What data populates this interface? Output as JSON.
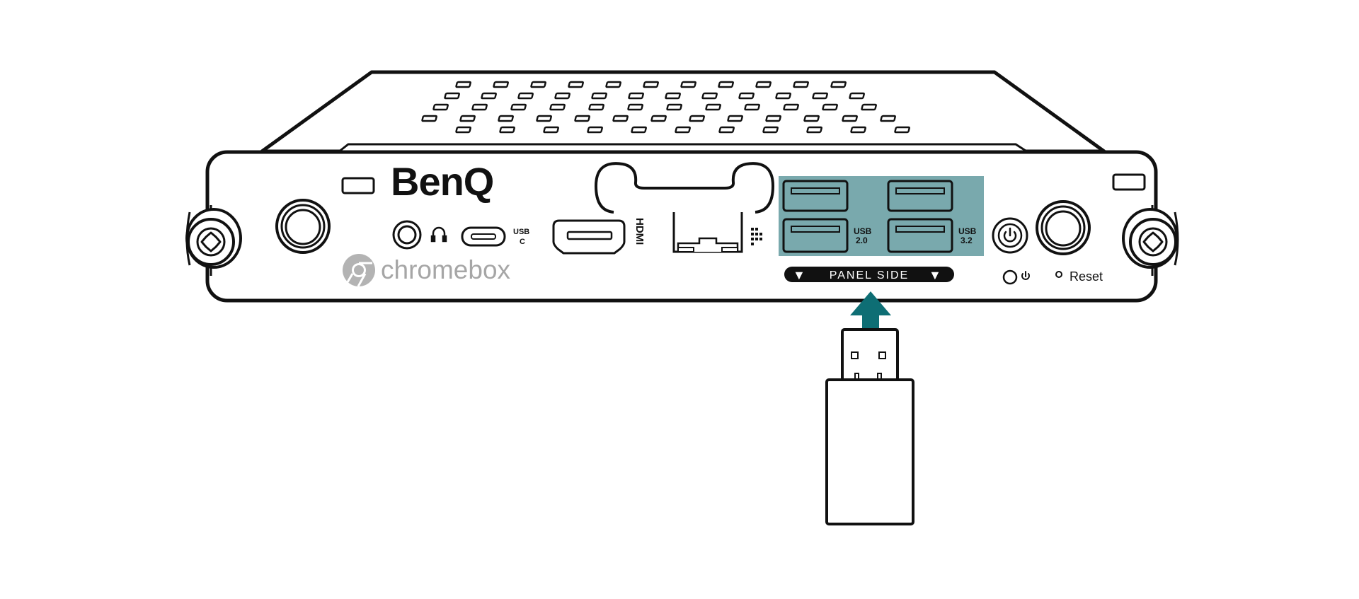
{
  "brand": {
    "name": "BenQ",
    "product": "chromebox"
  },
  "ports": {
    "usb_c": {
      "line1": "USB",
      "line2": "C"
    },
    "hdmi": "HDMI",
    "usb_left": {
      "line1": "USB",
      "line2": "2.0"
    },
    "usb_right": {
      "line1": "USB",
      "line2": "3.2"
    }
  },
  "panel_side": {
    "label": "PANEL SIDE",
    "arrow_glyph": "▼"
  },
  "controls": {
    "reset_label": "Reset"
  },
  "colors": {
    "usb_highlight": "#79a9ad",
    "insert_arrow": "#0e6e74",
    "outline": "#111111",
    "chromebox_text": "#a6a6a6"
  },
  "icons": [
    "headphone-icon",
    "ethernet-icon",
    "power-icon",
    "screw-icon",
    "chrome-logo-icon",
    "insert-arrow-icon",
    "usb-stick-icon"
  ]
}
